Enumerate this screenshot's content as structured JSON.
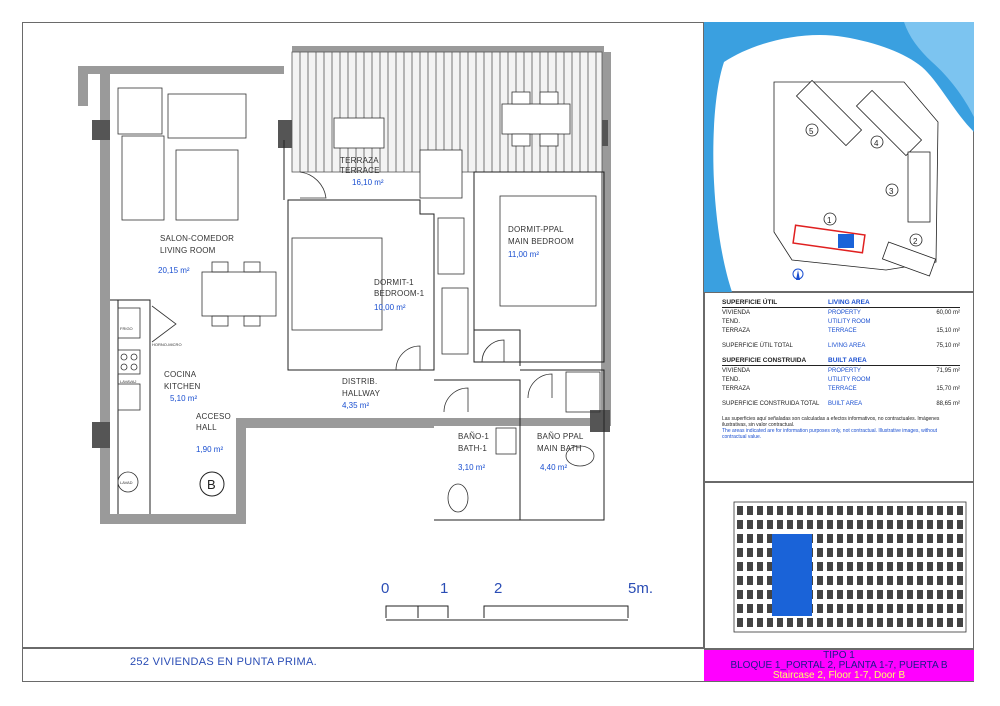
{
  "rooms": {
    "terrace": {
      "es": "TERRAZA",
      "en": "TERRACE",
      "area": "16,10 m²"
    },
    "living": {
      "es": "SALON-COMEDOR",
      "en": "LIVING ROOM",
      "area": "20,15 m²"
    },
    "bedroom1": {
      "es": "DORMIT-1",
      "en": "BEDROOM-1",
      "area": "10,00 m²"
    },
    "main_bedroom": {
      "es": "DORMIT-PPAL",
      "en": "MAIN BEDROOM",
      "area": "11,00 m²"
    },
    "kitchen": {
      "es": "COCINA",
      "en": "KITCHEN",
      "area": "5,10 m²"
    },
    "hallway": {
      "es": "DISTRIB.",
      "en": "HALLWAY",
      "area": "4,35 m²"
    },
    "access": {
      "es": "ACCESO",
      "en": "HALL",
      "area": "1,90 m²"
    },
    "bath1": {
      "es": "BAÑO-1",
      "en": "BATH-1",
      "area": "3,10 m²"
    },
    "main_bath": {
      "es": "BAÑO PPAL",
      "en": "MAIN BATH",
      "area": "4,40 m²"
    }
  },
  "appliances": {
    "frigo": "FRIGO",
    "horno": "HORNO-MICRO",
    "lavavaj": "LAVAVAJ",
    "lavad": "LAVAD",
    "door_letter": "B"
  },
  "scale": {
    "labels": [
      "0",
      "1",
      "2",
      "5m."
    ]
  },
  "site_plan": {
    "blocks": [
      "5",
      "4",
      "3",
      "1",
      "2"
    ]
  },
  "area_table": {
    "useful_head_es": "SUPERFICIE ÚTIL",
    "useful_head_en": "LIVING AREA",
    "useful_rows": [
      {
        "es": "VIVIENDA",
        "en": "PROPERTY",
        "value": "60,00 m²"
      },
      {
        "es": "TEND.",
        "en": "UTILITY ROOM",
        "value": ""
      },
      {
        "es": "TERRAZA",
        "en": "TERRACE",
        "value": "15,10 m²"
      }
    ],
    "useful_total": {
      "es": "SUPERFICIE ÚTIL TOTAL",
      "en": "LIVING AREA",
      "value": "75,10 m²"
    },
    "built_head_es": "SUPERFICIE CONSTRUIDA",
    "built_head_en": "BUILT AREA",
    "built_rows": [
      {
        "es": "VIVIENDA",
        "en": "PROPERTY",
        "value": "71,95 m²"
      },
      {
        "es": "TEND.",
        "en": "UTILITY ROOM",
        "value": ""
      },
      {
        "es": "TERRAZA",
        "en": "TERRACE",
        "value": "15,70 m²"
      }
    ],
    "built_total": {
      "es": "SUPERFICIE CONSTRUIDA TOTAL",
      "en": "BUILT AREA",
      "value": "88,65 m²"
    },
    "note_es": "Las superficies aquí señaladas son calculadas a efectos informativos, no contractuales. Imágenes ilustrativas, sin valor contractual.",
    "note_en": "The areas indicated are for information purposes only, not contractual. Illustrative images, without contractual value."
  },
  "footer": {
    "project": "252 VIVIENDAS EN PUNTA PRIMA.",
    "tipo": "TIPO 1",
    "block_line": "BLOQUE 1_PORTAL 2, PLANTA 1-7, PUERTA B",
    "en_line": "Staircase 2, Floor 1-7, Door B"
  },
  "colors": {
    "accent_blue": "#1a4fd0",
    "magenta": "#ff00ff",
    "sea": "#3aa0e0",
    "highlight_red": "#e02020",
    "building_blue": "#1a63d8"
  }
}
